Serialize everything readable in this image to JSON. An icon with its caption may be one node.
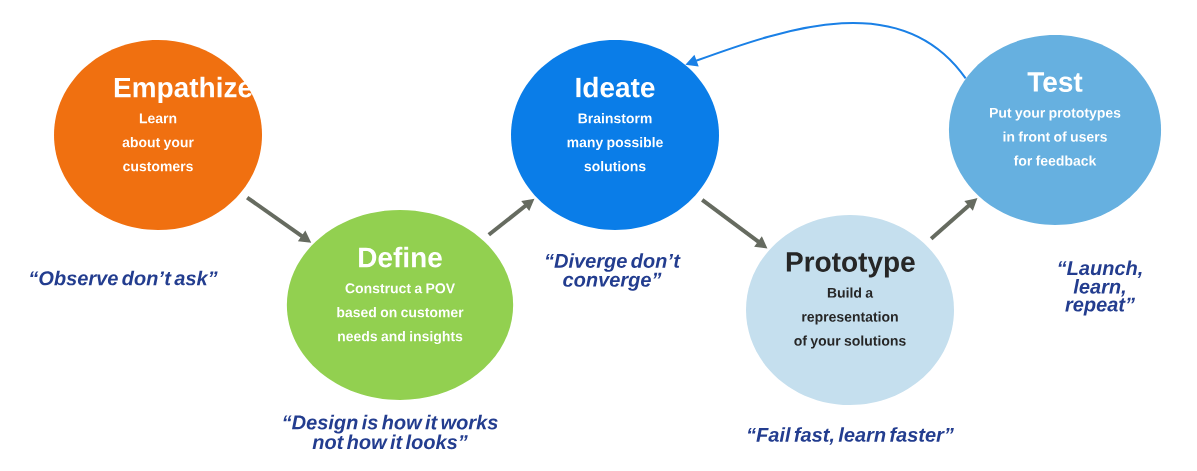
{
  "diagram": {
    "nodes": [
      {
        "text": [
          "Empathize",
          "Learn about your customers"
        ],
        "beside": [
          "“Observe don’t ask”"
        ]
      },
      {
        "text": [
          "Define",
          "Construct a POV based on customer needs and insights"
        ],
        "beside": [
          "“Design is how it works not how it looks”"
        ]
      },
      {
        "text": [
          "Ideate",
          "Brainstorm many possible solutions"
        ],
        "beside": [
          "“Diverge don’t converge”"
        ]
      },
      {
        "text": [
          "Prototype",
          "Build a representation of your solutions"
        ],
        "beside": [
          "“Fail fast, learn faster”"
        ]
      },
      {
        "text": [
          "Test",
          "Put your prototypes in front of users for feedback"
        ],
        "beside": [
          "“Launch, learn, repeat”"
        ]
      }
    ],
    "edges": [
      {
        "from": 0,
        "to": 1,
        "arrow": "to"
      },
      {
        "from": 1,
        "to": 2,
        "arrow": "to"
      },
      {
        "from": 2,
        "to": 3,
        "arrow": "to"
      },
      {
        "from": 3,
        "to": 4,
        "arrow": "to"
      },
      {
        "from": 4,
        "to": 2,
        "arrow": "to",
        "color": "#1a80e6"
      }
    ]
  }
}
